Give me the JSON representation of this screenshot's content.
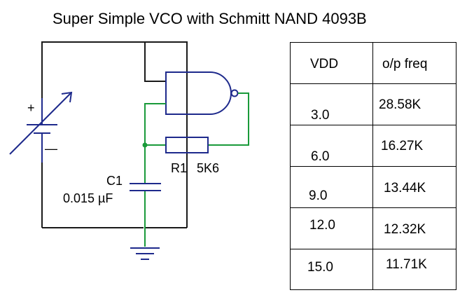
{
  "title": "Super Simple VCO with Schmitt NAND 4093B",
  "schematic": {
    "supply_plus": "+",
    "supply_minus": "—",
    "capacitor_label": "C1",
    "capacitor_value": "0.015 µF",
    "resistor_label": "R1",
    "resistor_value": "5K6",
    "colors": {
      "wire_dark": "#1a1a1a",
      "component_blue": "#1e2a8c",
      "net_green": "#1a9a3a"
    }
  },
  "table": {
    "headers": [
      "VDD",
      "o/p freq"
    ],
    "rows": [
      {
        "vdd": "3.0",
        "freq": "28.58K"
      },
      {
        "vdd": "6.0",
        "freq": "16.27K"
      },
      {
        "vdd": "9.0",
        "freq": "13.44K"
      },
      {
        "vdd": "12.0",
        "freq": "12.32K"
      },
      {
        "vdd": "15.0",
        "freq": "11.71K"
      }
    ]
  }
}
